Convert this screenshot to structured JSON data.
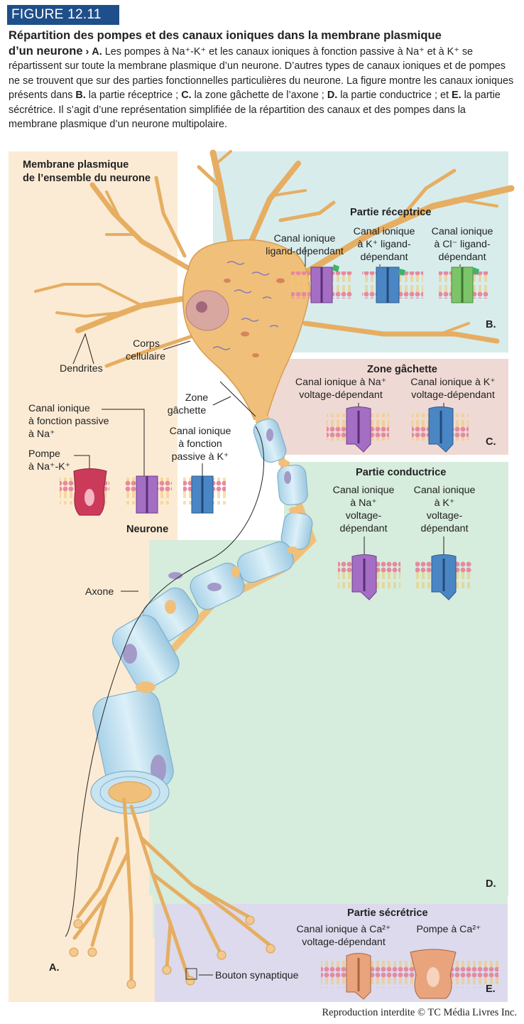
{
  "figure_label": "FIGURE 12.11",
  "caption": {
    "title_line1": "Répartition des pompes et des canaux ioniques dans la membrane plasmique",
    "title_line2": "d’un neurone",
    "arrow": "›",
    "part_a_letter": "A.",
    "body1": " Les pompes à Na⁺-K⁺ et les canaux ioniques à fonction passive à Na⁺ et à K⁺ se répartissent sur toute la membrane plasmique d’un neurone. D’autres types de canaux ioniques et de pompes ne se trouvent que sur des parties fonctionnelles particulières du neurone. La figure montre les canaux ioniques présents dans ",
    "b_letter": "B.",
    "b_text": " la partie réceptrice ; ",
    "c_letter": "C.",
    "c_text": " la zone gâchette de l’axone ; ",
    "d_letter": "D.",
    "d_text": " la partie conductrice ; et ",
    "e_letter": "E.",
    "e_text": " la partie sécrétrice. Il s’agit d’une représentation simplifiée de la répartition des canaux et des pompes dans la membrane plasmique d’un neurone multipolaire."
  },
  "whole_membrane": {
    "title_line1": "Membrane plasmique",
    "title_line2": "de l’ensemble du neurone",
    "dendrites": "Dendrites",
    "cell_body_line1": "Corps",
    "cell_body_line2": "cellulaire",
    "trigger_zone_line1": "Zone",
    "trigger_zone_line2": "gâchette",
    "passive_na_line1": "Canal ionique",
    "passive_na_line2": "à fonction passive",
    "passive_na_line3": "à Na⁺",
    "pump_line1": "Pompe",
    "pump_line2": "à Na⁺-K⁺",
    "passive_k_line1": "Canal ionique",
    "passive_k_line2": "à fonction",
    "passive_k_line3": "passive à K⁺",
    "neuron": "Neurone",
    "axon": "Axone",
    "letter": "A."
  },
  "receptive": {
    "title": "Partie réceptrice",
    "ch1_line1": "Canal ionique",
    "ch1_line2": "ligand-dépendant",
    "ch2_line1": "Canal ionique",
    "ch2_line2": "à K⁺ ligand-",
    "ch2_line3": "dépendant",
    "ch3_line1": "Canal ionique",
    "ch3_line2": "à Cl⁻ ligand-",
    "ch3_line3": "dépendant",
    "letter": "B."
  },
  "trigger": {
    "title": "Zone gâchette",
    "ch1_line1": "Canal ionique à Na⁺",
    "ch1_line2": "voltage-dépendant",
    "ch2_line1": "Canal ionique à K⁺",
    "ch2_line2": "voltage-dépendant",
    "letter": "C."
  },
  "conductive": {
    "title": "Partie conductrice",
    "ch1_line1": "Canal ionique",
    "ch1_line2": "à Na⁺",
    "ch1_line3": "voltage-",
    "ch1_line4": "dépendant",
    "ch2_line1": "Canal ionique",
    "ch2_line2": "à K⁺",
    "ch2_line3": "voltage-",
    "ch2_line4": "dépendant",
    "letter": "D."
  },
  "secretory": {
    "title": "Partie sécrétrice",
    "ch1_line1": "Canal ionique à Ca²⁺",
    "ch1_line2": "voltage-dépendant",
    "pump": "Pompe à Ca²⁺",
    "bouton": "Bouton synaptique",
    "letter": "E."
  },
  "footer": "Reproduction interdite © TC Média Livres Inc.",
  "colors": {
    "figure_tag": "#1f4f8a",
    "panel_a": "#fcebd4",
    "panel_b": "#d8ecec",
    "panel_c": "#efd9d4",
    "panel_d": "#d6ecdc",
    "panel_e": "#dcdaec",
    "neuron": "#f0c07a",
    "myelin": "#b9dcec",
    "channel_purple": "#a46ec4",
    "channel_blue": "#4a86c4",
    "channel_green": "#7cc46a",
    "pump_red": "#cc3a5a",
    "channel_orange": "#e9a47e"
  }
}
